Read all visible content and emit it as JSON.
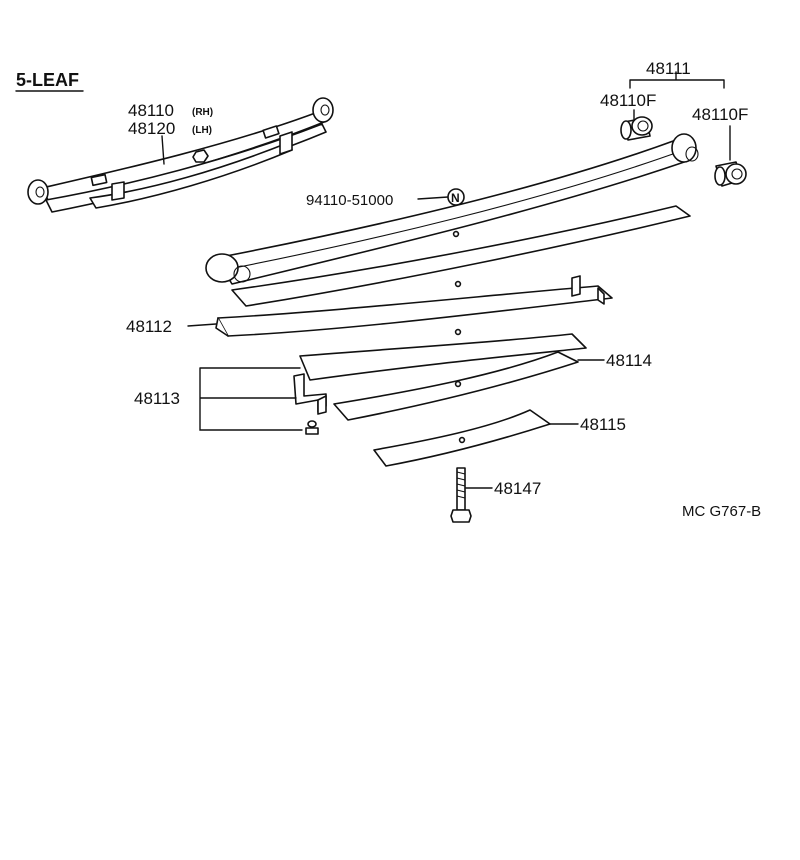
{
  "title": "5-LEAF",
  "figure_code": "MC G767-B",
  "parts": {
    "spring_assembly": {
      "number_rh": "48110",
      "suffix_rh": "(RH)",
      "number_lh": "48120",
      "suffix_lh": "(LH)"
    },
    "leaf_no1": {
      "number": "48111"
    },
    "bushing_left": {
      "number": "48110F"
    },
    "bushing_right": {
      "number": "48110F"
    },
    "nut": {
      "number": "94110-51000",
      "symbol": "N"
    },
    "leaf_no2": {
      "number": "48112"
    },
    "clip": {
      "number": "48113"
    },
    "leaf_no4": {
      "number": "48114"
    },
    "leaf_no5": {
      "number": "48115"
    },
    "center_bolt": {
      "number": "48147"
    }
  }
}
